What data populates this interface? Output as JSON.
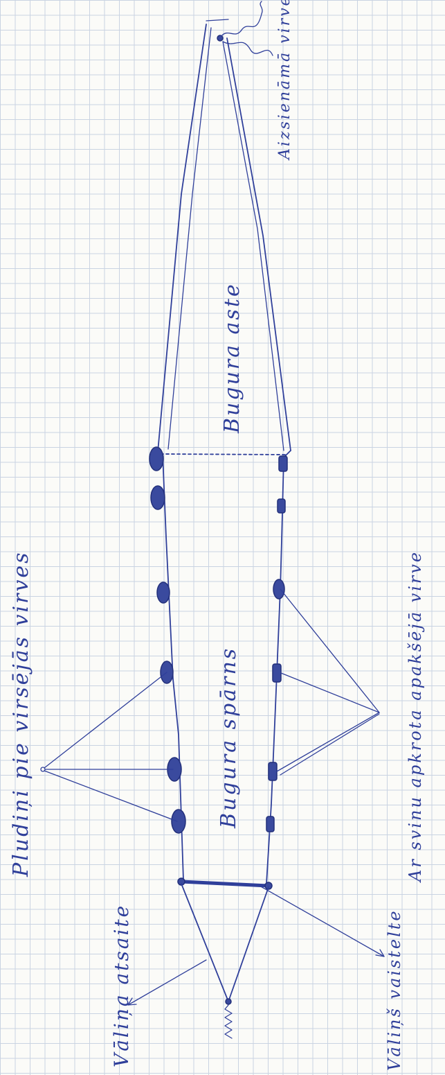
{
  "diagram": {
    "labels": {
      "top_floats": "Pludiņi pie virsējās virves",
      "bag_wing": "Bugura spārns",
      "bag_tail": "Bugura aste",
      "tail_rope": "Aizsienāmā virve",
      "towing_rope": "Vāliņa atsaite",
      "trawl_door": "Vāliņš vaistelte",
      "bottom_rope": "Ar svinu apkrota apakšējā virve"
    },
    "ink_color": "#2f3f9a",
    "float_color": "#3a4a9e"
  }
}
